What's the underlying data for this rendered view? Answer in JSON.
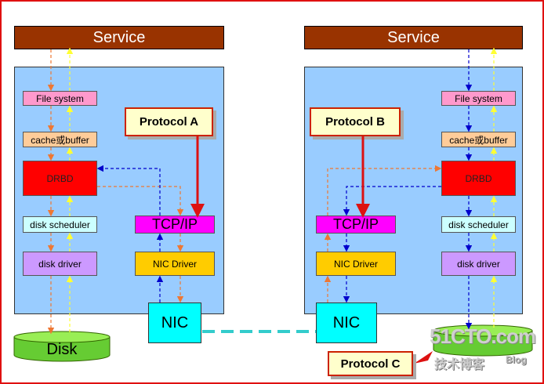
{
  "left": {
    "service": "Service",
    "file_system": "File system",
    "cache": "cache或buffer",
    "drbd": "DRBD",
    "disk_scheduler": "disk scheduler",
    "disk_driver": "disk driver",
    "tcpip": "TCP/IP",
    "nic_driver": "NIC Driver",
    "nic": "NIC",
    "disk": "Disk",
    "protocol": "Protocol A"
  },
  "right": {
    "service": "Service",
    "file_system": "File system",
    "cache": "cache或buffer",
    "drbd": "DRBD",
    "disk_scheduler": "disk scheduler",
    "disk_driver": "disk driver",
    "tcpip": "TCP/IP",
    "nic_driver": "NIC Driver",
    "nic": "NIC",
    "protocol": "Protocol B"
  },
  "protocol_c": "Protocol C",
  "watermark": {
    "brand": "51CTO.com",
    "subtitle": "技术博客",
    "blog": "Blog"
  },
  "colors": {
    "frame": "#e01010",
    "service": "#993300",
    "panel": "#99ccff",
    "drbd": "#ff0000",
    "tcpip": "#ff00ff",
    "nic": "#00ffff",
    "disk": "#66cc33",
    "arrow_orange": "#ee7733",
    "arrow_yellow": "#ffff33",
    "arrow_blue": "#0000cc",
    "link": "#33cccc"
  }
}
